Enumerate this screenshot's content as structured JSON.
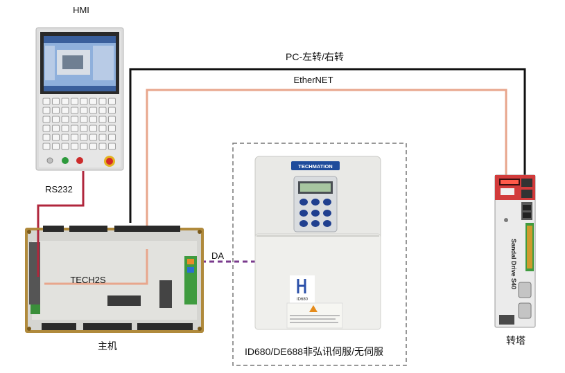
{
  "labels": {
    "hmi": "HMI",
    "pc_link": "PC-左转/右转",
    "ethernet": "EtherNET",
    "rs232": "RS232",
    "da": "DA",
    "main_board": "TECH2S",
    "host": "主机",
    "drive_caption": "ID680/DE688非弘讯伺服/无伺服",
    "turret": "转塔"
  },
  "devices": {
    "drive_brand": "TECHMATION",
    "drive_badge": "ID680",
    "servo_name": "Sandal Drive S40"
  },
  "colors": {
    "pc_line": "#111111",
    "ethernet_line": "#e8a68c",
    "rs232_line": "#b0263c",
    "da_line": "#7a3a8c",
    "dashed_box": "#777777"
  }
}
